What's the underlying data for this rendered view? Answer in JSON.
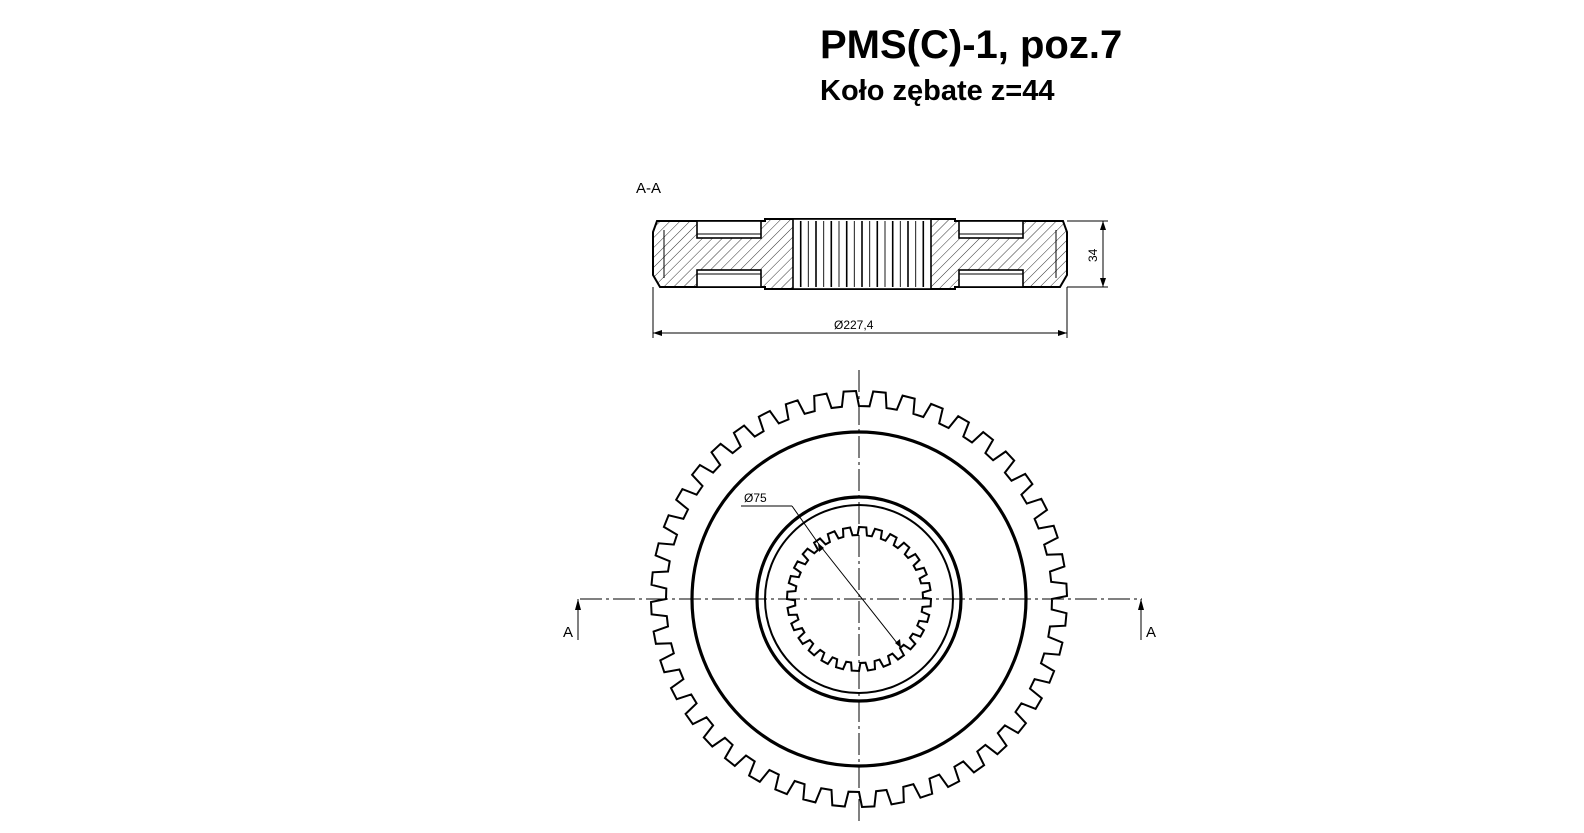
{
  "title": {
    "main": "PMS(C)-1, poz.7",
    "sub": "Koło zębate z=44"
  },
  "section_view": {
    "label": "A-A",
    "height_dim": "34",
    "diameter_dim": "Ø227,4"
  },
  "front_view": {
    "bore_dim": "Ø75",
    "cut_mark_left": "A",
    "cut_mark_right": "A",
    "teeth_count": 44,
    "spline_count": 28
  }
}
